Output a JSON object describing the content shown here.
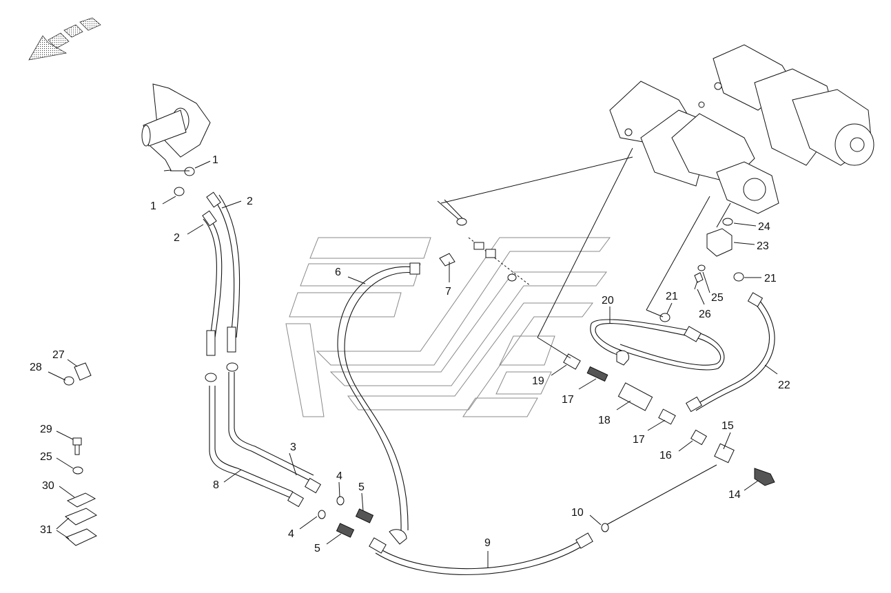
{
  "callouts": [
    {
      "id": "c1a",
      "text": "1"
    },
    {
      "id": "c1b",
      "text": "1"
    },
    {
      "id": "c2a",
      "text": "2"
    },
    {
      "id": "c2b",
      "text": "2"
    },
    {
      "id": "c3",
      "text": "3"
    },
    {
      "id": "c4a",
      "text": "4"
    },
    {
      "id": "c4b",
      "text": "4"
    },
    {
      "id": "c5a",
      "text": "5"
    },
    {
      "id": "c5b",
      "text": "5"
    },
    {
      "id": "c6",
      "text": "6"
    },
    {
      "id": "c7",
      "text": "7"
    },
    {
      "id": "c8",
      "text": "8"
    },
    {
      "id": "c9",
      "text": "9"
    },
    {
      "id": "c10",
      "text": "10"
    },
    {
      "id": "c14",
      "text": "14"
    },
    {
      "id": "c15",
      "text": "15"
    },
    {
      "id": "c16",
      "text": "16"
    },
    {
      "id": "c17a",
      "text": "17"
    },
    {
      "id": "c17b",
      "text": "17"
    },
    {
      "id": "c18",
      "text": "18"
    },
    {
      "id": "c19",
      "text": "19"
    },
    {
      "id": "c20",
      "text": "20"
    },
    {
      "id": "c21a",
      "text": "21"
    },
    {
      "id": "c21b",
      "text": "21"
    },
    {
      "id": "c22",
      "text": "22"
    },
    {
      "id": "c23",
      "text": "23"
    },
    {
      "id": "c24",
      "text": "24"
    },
    {
      "id": "c25a",
      "text": "25"
    },
    {
      "id": "c25b",
      "text": "25"
    },
    {
      "id": "c26",
      "text": "26"
    },
    {
      "id": "c27",
      "text": "27"
    },
    {
      "id": "c28",
      "text": "28"
    },
    {
      "id": "c29",
      "text": "29"
    },
    {
      "id": "c30",
      "text": "30"
    },
    {
      "id": "c31",
      "text": "31"
    }
  ]
}
